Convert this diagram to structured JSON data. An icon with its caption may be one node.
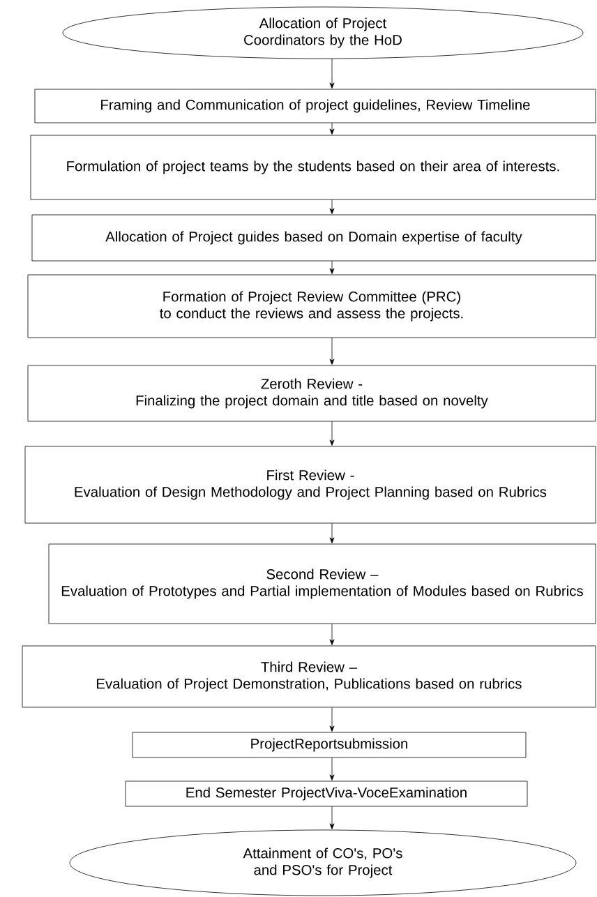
{
  "diagram": {
    "nodes": [
      {
        "text": [
          "Allocation of Project Coordinators by the HoD"
        ]
      },
      {
        "text": [
          "Framing and Communication of project guidelines, Review Timeline"
        ]
      },
      {
        "text": [
          "Formulation of project teams by the students based on their area of interests."
        ]
      },
      {
        "text": [
          "Allocation of Project guides based on Domain expertise of faculty"
        ]
      },
      {
        "text": [
          "Formation of Project Review Committee (PRC) to conduct the reviews and assess the projects."
        ]
      },
      {
        "text": [
          "Zeroth Review -",
          "Finalizing the project domain and title based on novelty"
        ]
      },
      {
        "text": [
          "First Review -",
          "Evaluation of Design Methodology and Project Planning based on Rubrics"
        ]
      },
      {
        "text": [
          "Second Review –",
          "Evaluation of Prototypes and Partial implementation of Modules based on Rubrics"
        ]
      },
      {
        "text": [
          "Third Review –",
          "Evaluation of Project Demonstration, Publications based on rubrics"
        ]
      },
      {
        "text": [
          "ProjectReportsubmission"
        ]
      },
      {
        "text": [
          "End Semester ProjectViva-VoceExamination"
        ]
      },
      {
        "text": [
          "Attainment of CO's, PO's and PSO's for Project"
        ]
      }
    ],
    "edges": [
      {
        "from": 0,
        "to": 1,
        "arrow": "to"
      },
      {
        "from": 1,
        "to": 2,
        "arrow": "to"
      },
      {
        "from": 2,
        "to": 3,
        "arrow": "to"
      },
      {
        "from": 3,
        "to": 4,
        "arrow": "to"
      },
      {
        "from": 4,
        "to": 5,
        "arrow": "to"
      },
      {
        "from": 5,
        "to": 6,
        "arrow": "to"
      },
      {
        "from": 6,
        "to": 7,
        "arrow": "to"
      },
      {
        "from": 7,
        "to": 8,
        "arrow": "to"
      },
      {
        "from": 8,
        "to": 9,
        "arrow": "to"
      },
      {
        "from": 9,
        "to": 10,
        "arrow": "to"
      },
      {
        "from": 10,
        "to": 11,
        "arrow": "to"
      }
    ]
  }
}
